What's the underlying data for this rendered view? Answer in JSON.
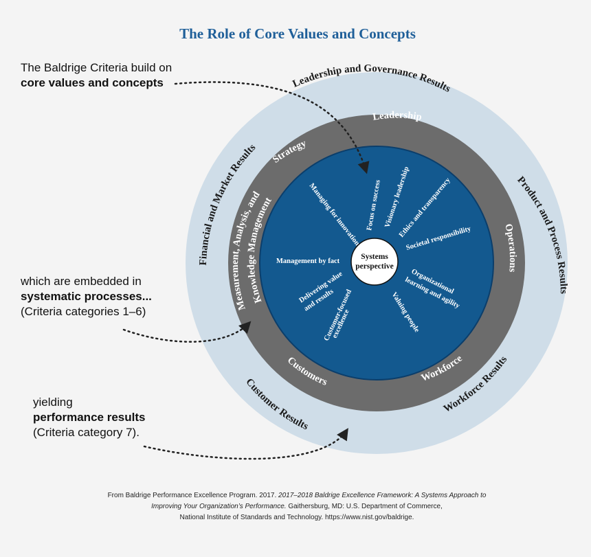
{
  "title": "The Role of Core Values and Concepts",
  "side_notes": {
    "note1": {
      "line1": "The Baldrige Criteria build on",
      "line2": "core values and concepts"
    },
    "note2": {
      "line1": "which are embedded in",
      "line2": "systematic processes...",
      "line3": "(Criteria categories 1–6)"
    },
    "note3": {
      "line1": "yielding",
      "line2": "performance results",
      "line3": "(Criteria category 7)."
    }
  },
  "outer_ring": {
    "leadership_governance": "Leadership and Governance Results",
    "product_process": "Product and Process Results",
    "workforce": "Workforce Results",
    "customer": "Customer Results",
    "financial_market": "Financial and Market Results"
  },
  "middle_ring": {
    "leadership": "Leadership",
    "operations": "Operations",
    "workforce": "Workforce",
    "customers": "Customers",
    "measurement_line1": "Measurement, Analysis, and",
    "measurement_line2": "Knowledge Management",
    "strategy": "Strategy"
  },
  "core_values": {
    "focus_on_success": "Focus on success",
    "visionary_leadership": "Visionary leadership",
    "ethics_transparency": "Ethics and transparency",
    "societal_responsibility": "Societal responsibility",
    "org_learning_line1": "Organizational",
    "org_learning_line2": "learning and agility",
    "valuing_people": "Valuing people",
    "customer_focused_line1": "Customer-focused",
    "customer_focused_line2": "excellence",
    "delivering_value_line1": "Delivering value",
    "delivering_value_line2": "and results",
    "management_by_fact": "Management by fact",
    "managing_innovation": "Managing for innovation"
  },
  "center": {
    "line1": "Systems",
    "line2": "perspective"
  },
  "citation": {
    "line1_a": "From Baldrige Performance Excellence Program. 2017. ",
    "line1_b": "2017–2018 Baldrige Excellence Framework: A Systems Approach to",
    "line2_a": "Improving Your Organization’s Performance.",
    "line2_b": " Gaithersburg, MD: U.S. Department of Commerce,",
    "line3": "National Institute of Standards and Technology. https://www.nist.gov/baldrige."
  },
  "colors": {
    "outer_ring": "#cfdde8",
    "middle_ring": "#6c6c6c",
    "inner_circle": "#13598f",
    "center": "#ffffff",
    "title": "#1f5f99"
  }
}
